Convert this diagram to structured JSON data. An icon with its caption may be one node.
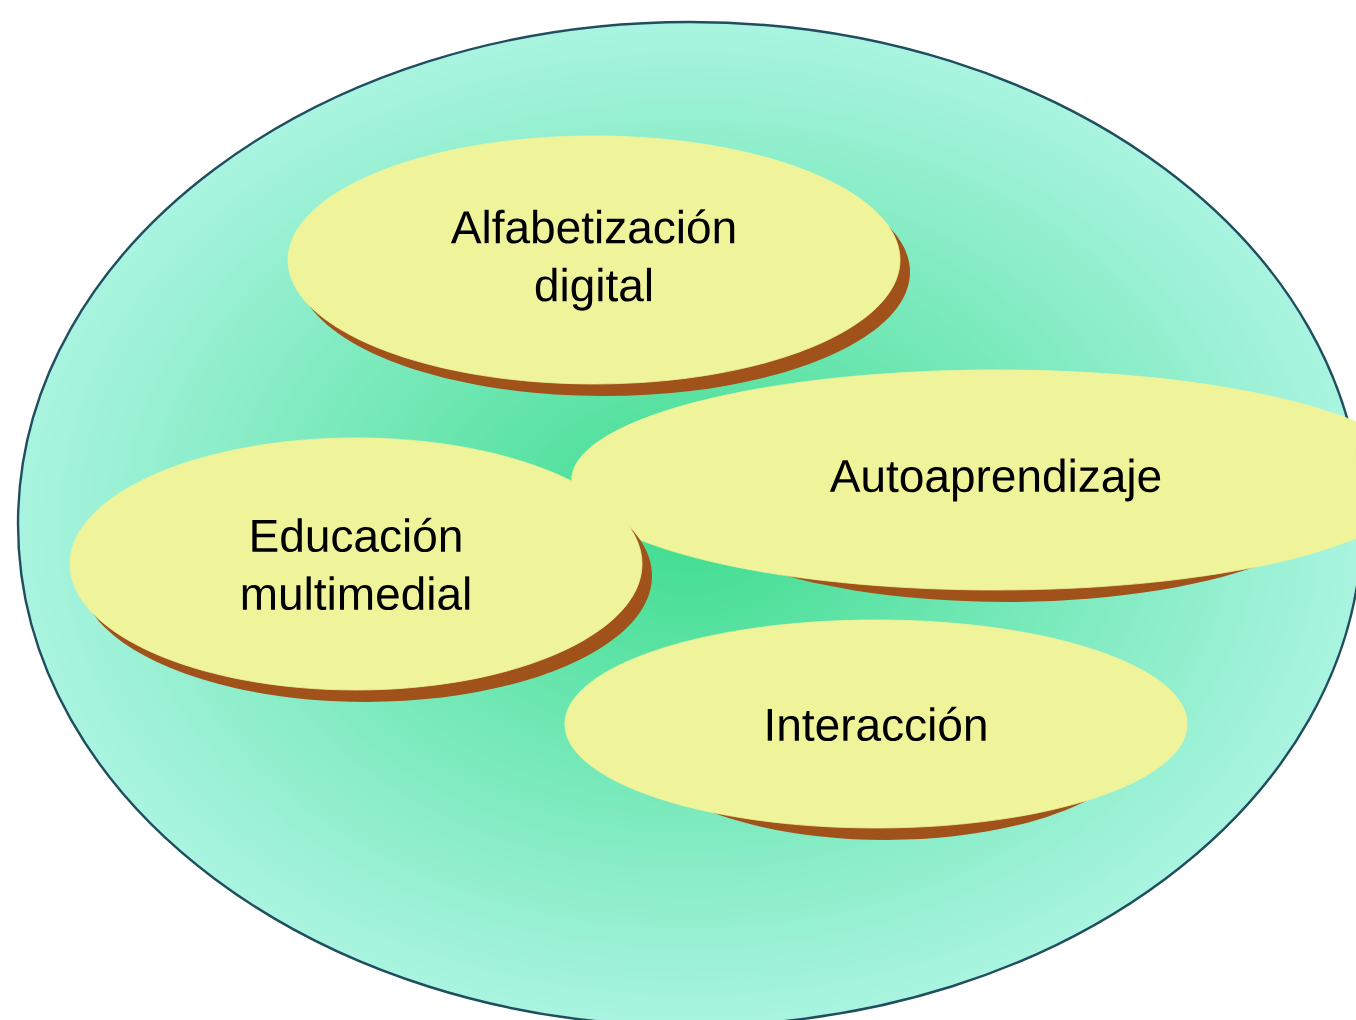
{
  "diagram": {
    "nodes": [
      {
        "text": [],
        "shape": "ellipse"
      },
      {
        "text": [
          "Alfabetización digital"
        ],
        "in": 0
      },
      {
        "text": [
          "Autoaprendizaje"
        ],
        "in": 0
      },
      {
        "text": [
          "Educación multimedial"
        ],
        "in": 0
      },
      {
        "text": [
          "Interacción"
        ],
        "in": 0
      }
    ]
  }
}
